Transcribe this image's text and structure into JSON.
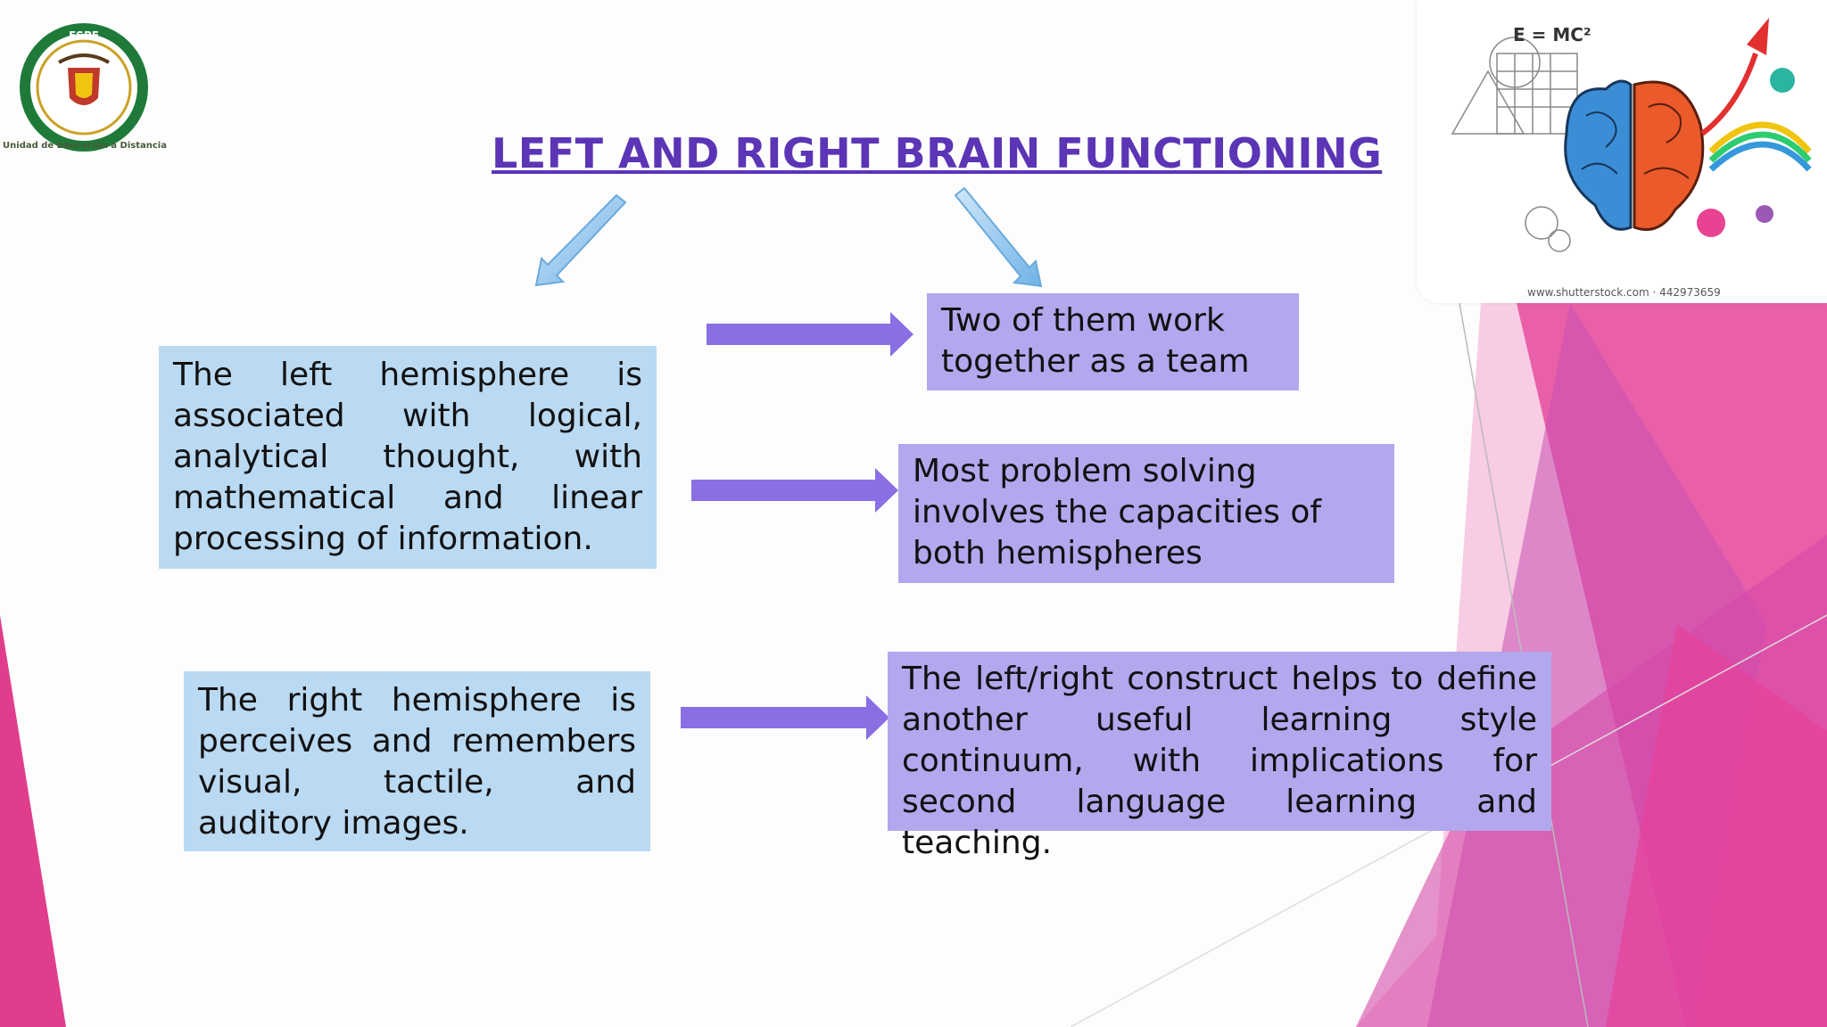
{
  "slide": {
    "title": "LEFT AND RIGHT BRAIN FUNCTIONING",
    "logo": {
      "seal_text": "ESPE",
      "caption": "Unidad de Educación a Distancia"
    },
    "image_credit": "www.shutterstock.com · 442973659",
    "boxes": {
      "left_hemisphere": "The left hemisphere is associated with logical, analytical thought, with mathematical and linear processing of information.",
      "right_hemisphere": "The right hemisphere is perceives and remembers visual, tactile, and auditory images.",
      "team": "Two of them work together as a team",
      "problem_solving": "Most problem solving involves the capacities of  both hemispheres",
      "construct": "The left/right construct helps to define another useful learning style continuum, with implications for second language learning and teaching."
    },
    "image_formula": "E = MC²"
  },
  "colors": {
    "title": "#5b35b5",
    "blue_box": "#bad9f2",
    "purple_box": "#b3a7ee",
    "arrow_purple": "#8a6ee3",
    "arrow_blue": "#8cc4ee",
    "accent_pink": "#e0398f"
  }
}
